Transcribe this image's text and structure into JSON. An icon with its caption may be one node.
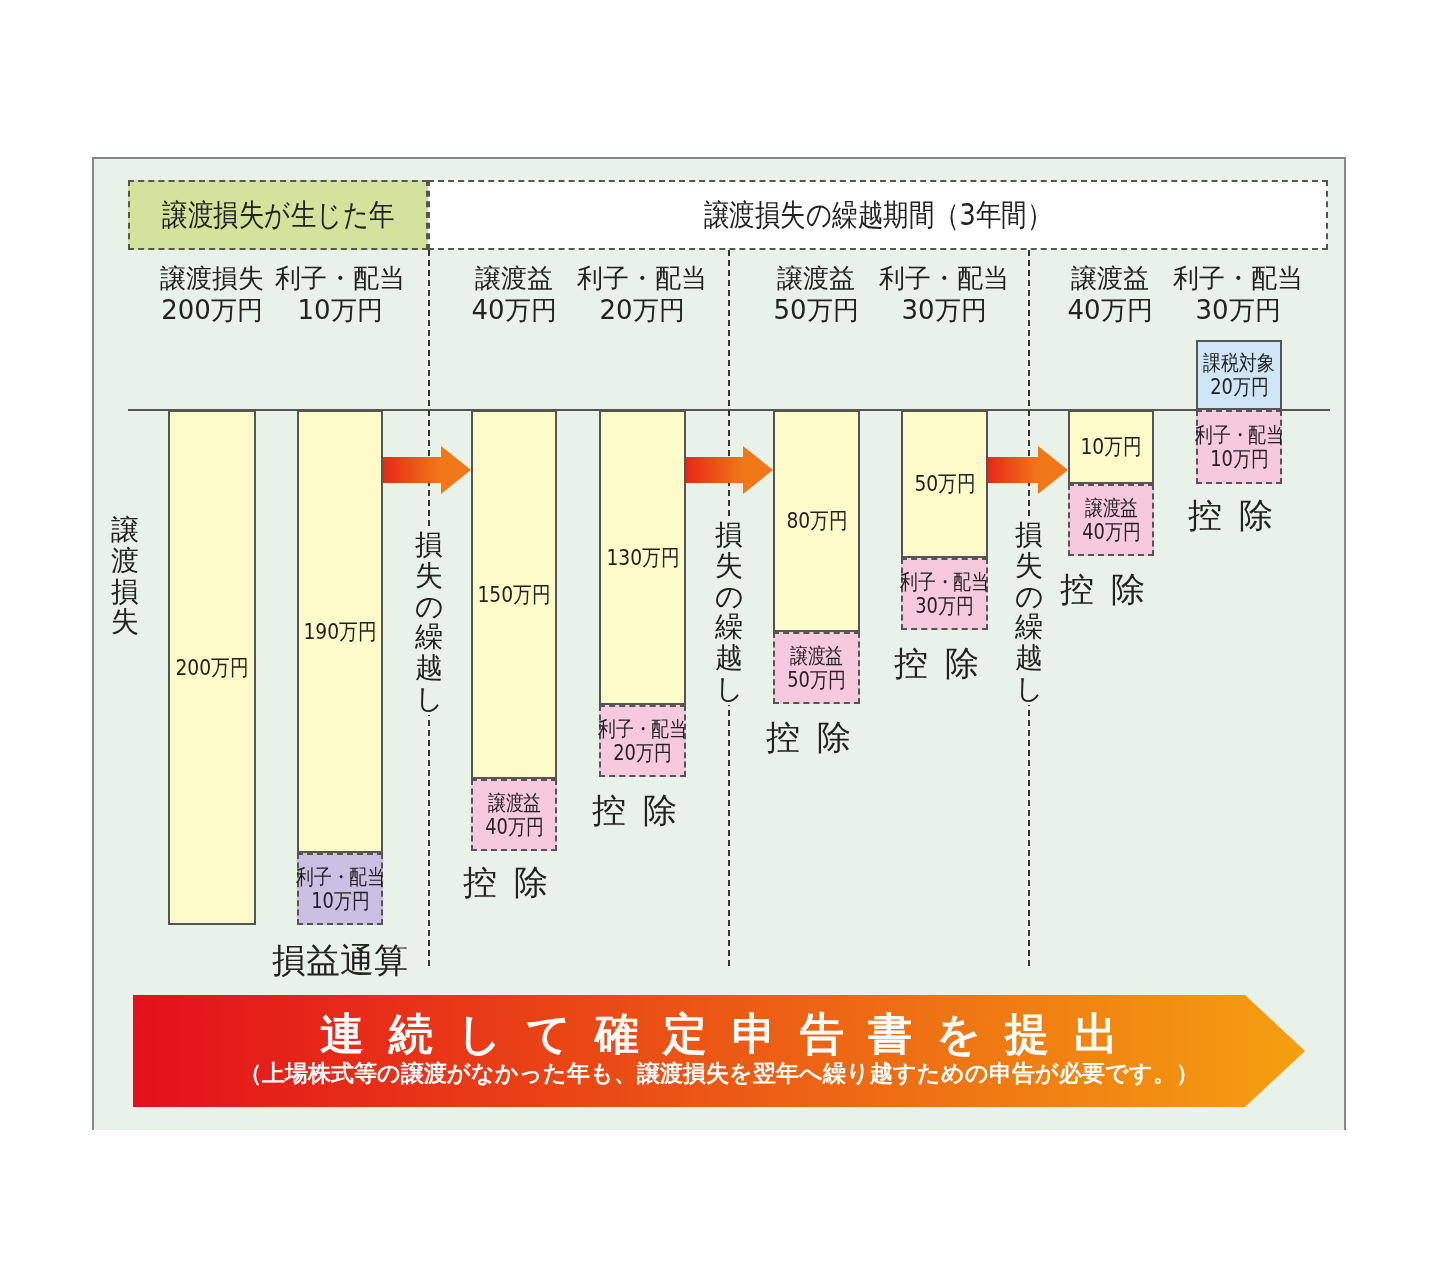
{
  "diagram": {
    "nodes": [
      {
        "text": [
          "譲渡損失が生じた年"
        ]
      },
      {
        "text": [
          "譲渡損失の繰越期間（3年間）"
        ]
      },
      {
        "text": [
          "200万円"
        ]
      },
      {
        "text": [
          "190万円"
        ]
      },
      {
        "text": [
          "利子・配当",
          "10万円"
        ],
        "beside": [
          "損益通算"
        ]
      },
      {
        "text": [
          "150万円"
        ]
      },
      {
        "text": [
          "譲渡益",
          "40万円"
        ],
        "beside": [
          "控除"
        ]
      },
      {
        "text": [
          "130万円"
        ]
      },
      {
        "text": [
          "利子・配当",
          "20万円"
        ],
        "beside": [
          "控除"
        ]
      },
      {
        "text": [
          "80万円"
        ]
      },
      {
        "text": [
          "譲渡益",
          "50万円"
        ],
        "beside": [
          "控除"
        ]
      },
      {
        "text": [
          "50万円"
        ]
      },
      {
        "text": [
          "利子・配当",
          "30万円"
        ],
        "beside": [
          "控除"
        ]
      },
      {
        "text": [
          "10万円"
        ]
      },
      {
        "text": [
          "譲渡益",
          "40万円"
        ],
        "beside": [
          "控除"
        ]
      },
      {
        "text": [
          "課税対象",
          "20万円"
        ]
      },
      {
        "text": [
          "利子・配当",
          "10万円"
        ],
        "beside": [
          "控除"
        ]
      },
      {
        "text": [
          "連続して確定申告書を提出",
          "（上場株式等の譲渡がなかった年も、譲渡損失を翌年へ繰り越すための申告が必要です。）"
        ]
      }
    ],
    "edges": [
      {
        "from": 3,
        "to": 5,
        "arrow": "to",
        "style": "thick",
        "color": "#f07818"
      },
      {
        "from": 7,
        "to": 9,
        "arrow": "to",
        "style": "thick",
        "color": "#f07818"
      },
      {
        "from": 11,
        "to": 13,
        "arrow": "to",
        "style": "thick",
        "color": "#f07818"
      }
    ],
    "labels": [
      "譲渡損失",
      "200万円",
      "利子・配当",
      "10万円",
      "譲渡益",
      "40万円",
      "利子・配当",
      "20万円",
      "譲渡益",
      "50万円",
      "利子・配当",
      "30万円",
      "譲渡益",
      "40万円",
      "利子・配当",
      "30万円",
      "譲渡損失",
      "損失の繰越し",
      "損失の繰越し",
      "損失の繰越し"
    ]
  }
}
